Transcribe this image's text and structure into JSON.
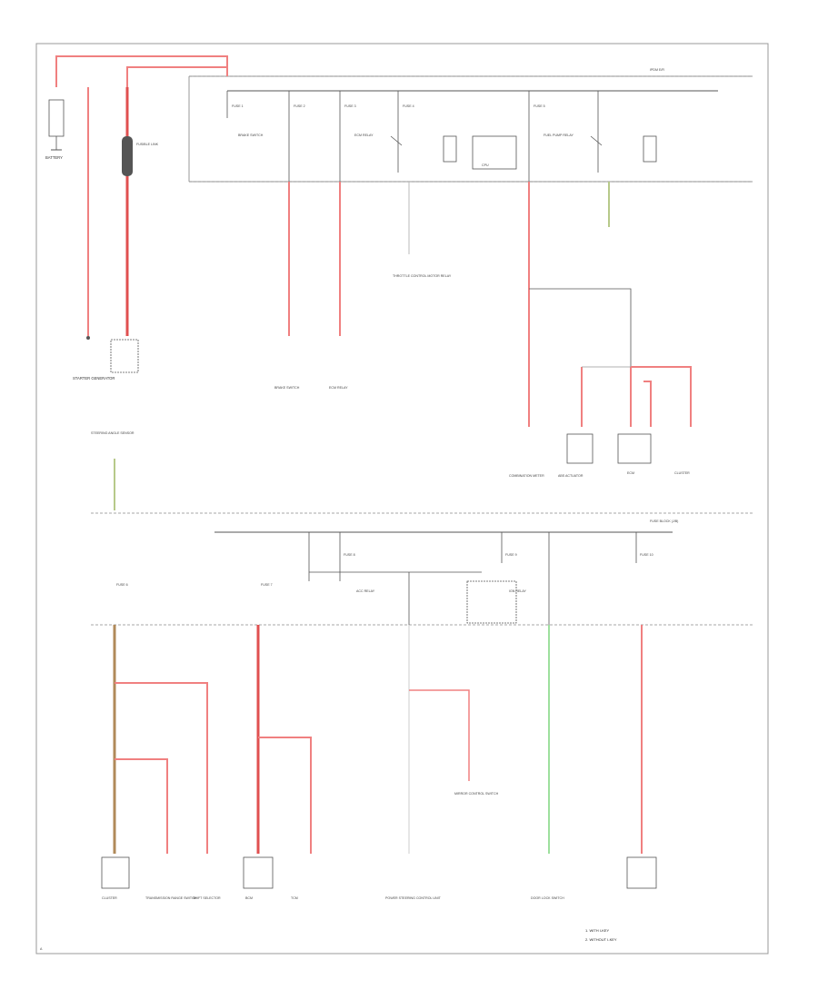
{
  "labels": {
    "battery": "BATTERY",
    "starter_generator": "STARTER GENERATOR",
    "fusible_link": "FUSIBLE LINK",
    "fuse_top_1": "FUSE 1",
    "fuse_top_2": "FUSE 2",
    "fuse_top_3": "FUSE 3",
    "fuse_top_4": "FUSE 4",
    "fuse_top_5": "FUSE 5",
    "ipdm_er": "IPDM E/R",
    "brake_switch": "BRAKE SWITCH",
    "ecm_relay": "ECM RELAY",
    "throttle_relay": "THROTTLE CONTROL MOTOR RELAY",
    "cpu": "CPU",
    "fuel_pump_relay": "FUEL PUMP RELAY",
    "ecm_top": "ECM",
    "combination_meter": "COMBINATION METER",
    "abs_actuator": "ABS ACTUATOR",
    "cluster_top": "CLUSTER",
    "steering_angle_sensor": "STEERING ANGLE SENSOR",
    "fuse_block": "FUSE BLOCK (J/B)",
    "fuse_bot_1": "FUSE 6",
    "fuse_bot_2": "FUSE 7",
    "fuse_bot_3": "FUSE 8",
    "fuse_bot_4": "FUSE 9",
    "fuse_bot_5": "FUSE 10",
    "acc_relay": "ACC RELAY",
    "ign_relay": "IGN RELAY",
    "cluster_bot": "CLUSTER",
    "transmission_range_switch": "TRANSMISSION RANGE SWITCH",
    "shift_selector": "SHIFT SELECTOR",
    "bcm": "BCM",
    "tcm": "TCM",
    "power_steering": "POWER STEERING CONTROL UNIT",
    "mirror_control": "MIRROR CONTROL SWITCH",
    "door_lock_switch": "DOOR LOCK SWITCH",
    "note_1": "1. WITH I-KEY",
    "note_2": "2. WITHOUT I-KEY",
    "corner_code": "A"
  },
  "colors": {
    "power_red": "#f08080",
    "power_red_dark": "#e05050",
    "ground_tan": "#b08a5a",
    "signal_green": "#7ed67e",
    "signal_olive": "#b7c98a",
    "frame": "#9a9a9a",
    "dashed": "#8a8a8a",
    "component": "#555555"
  }
}
